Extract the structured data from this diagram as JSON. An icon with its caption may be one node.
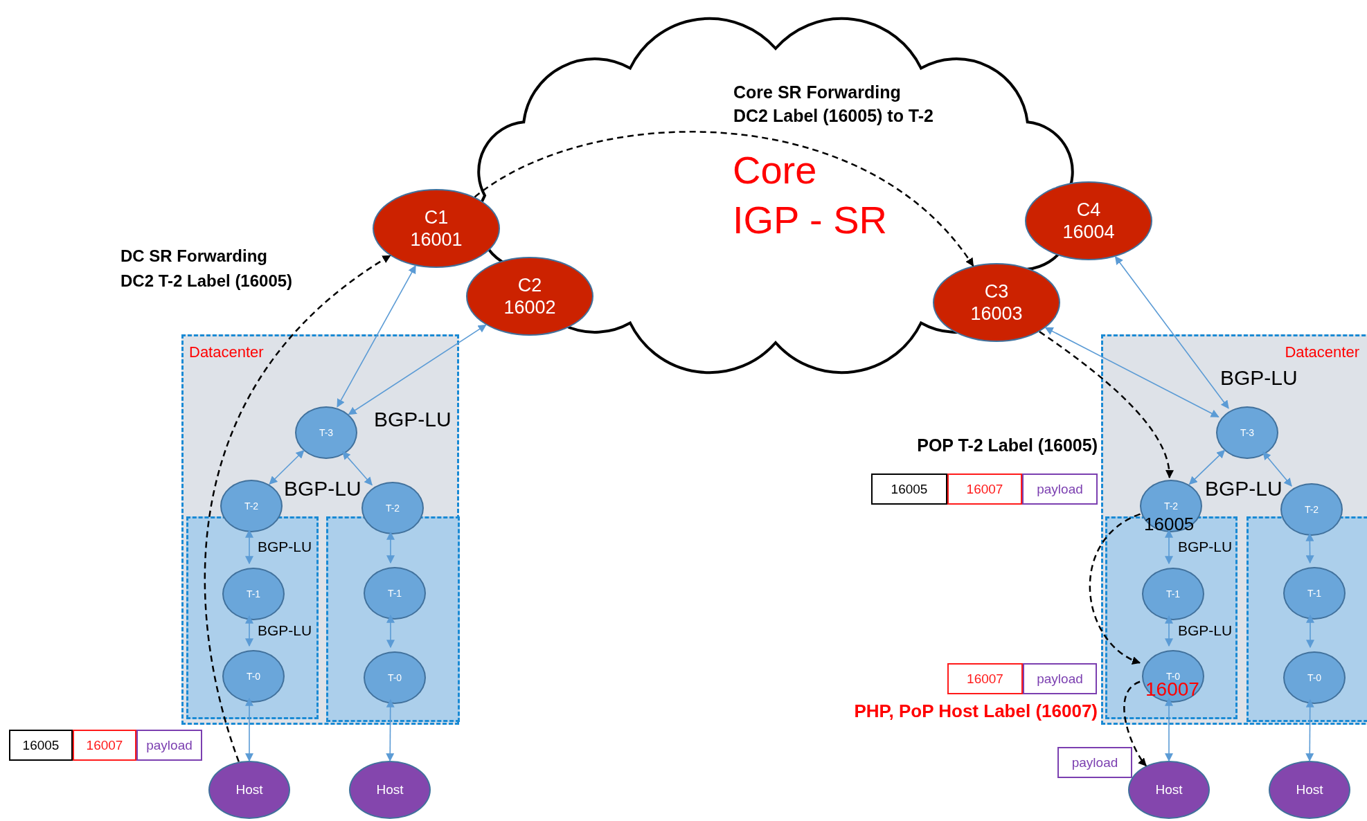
{
  "diagram": {
    "nodes": [
      {
        "text": [
          "Core",
          "IGP - SR"
        ]
      },
      {
        "text": [
          "C1",
          "16001"
        ]
      },
      {
        "text": [
          "C2",
          "16002"
        ],
        "in": 0
      },
      {
        "text": [
          "C3",
          "16003"
        ],
        "in": 0
      },
      {
        "text": [
          "C4",
          "16004"
        ]
      },
      {
        "text": [
          "Datacenter"
        ]
      },
      {
        "text": [],
        "shape": "box",
        "in": 5
      },
      {
        "text": [],
        "shape": "box",
        "in": 5
      },
      {
        "text": [
          "T-3"
        ],
        "in": 5
      },
      {
        "text": [
          "T-2"
        ],
        "in": 5
      },
      {
        "text": [
          "T-2"
        ],
        "in": 5
      },
      {
        "text": [
          "T-1"
        ],
        "in": 6
      },
      {
        "text": [
          "T-0"
        ],
        "in": 6
      },
      {
        "text": [
          "T-1"
        ],
        "in": 7
      },
      {
        "text": [
          "T-0"
        ],
        "in": 7
      },
      {
        "text": [
          "Host"
        ]
      },
      {
        "text": [
          "Host"
        ]
      },
      {
        "text": [
          "Datacenter"
        ]
      },
      {
        "text": [],
        "shape": "box",
        "in": 17
      },
      {
        "text": [],
        "shape": "box",
        "in": 17
      },
      {
        "text": [
          "T-3"
        ],
        "in": 17
      },
      {
        "text": [
          "T-2"
        ],
        "in": 17
      },
      {
        "text": [
          "T-2"
        ],
        "in": 17
      },
      {
        "text": [
          "T-1"
        ],
        "in": 18
      },
      {
        "text": [
          "T-0"
        ],
        "in": 18
      },
      {
        "text": [
          "T-1"
        ],
        "in": 19
      },
      {
        "text": [
          "T-0"
        ],
        "in": 19
      },
      {
        "text": [
          "Host"
        ]
      },
      {
        "text": [
          "Host"
        ]
      },
      {
        "text": [
          "16005"
        ]
      },
      {
        "text": [
          "16007"
        ]
      },
      {
        "text": [
          "payload"
        ]
      },
      {
        "text": [
          "16005"
        ]
      },
      {
        "text": [
          "16007"
        ]
      },
      {
        "text": [
          "payload"
        ]
      },
      {
        "text": [
          "16007"
        ]
      },
      {
        "text": [
          "payload"
        ]
      },
      {
        "text": [
          "payload"
        ]
      }
    ],
    "edges": [
      {
        "from": 8,
        "to": 1,
        "arrow": "both"
      },
      {
        "from": 8,
        "to": 2,
        "arrow": "both"
      },
      {
        "from": 8,
        "to": 9,
        "arrow": "both"
      },
      {
        "from": 8,
        "to": 10,
        "arrow": "both"
      },
      {
        "from": 9,
        "to": 11,
        "arrow": "both"
      },
      {
        "from": 11,
        "to": 12,
        "arrow": "both"
      },
      {
        "from": 12,
        "to": 15,
        "arrow": "both"
      },
      {
        "from": 10,
        "to": 13,
        "arrow": "both"
      },
      {
        "from": 13,
        "to": 14,
        "arrow": "both"
      },
      {
        "from": 14,
        "to": 16,
        "arrow": "both"
      },
      {
        "from": 20,
        "to": 3,
        "arrow": "both"
      },
      {
        "from": 20,
        "to": 4,
        "arrow": "both"
      },
      {
        "from": 20,
        "to": 21,
        "arrow": "both"
      },
      {
        "from": 20,
        "to": 22,
        "arrow": "both"
      },
      {
        "from": 21,
        "to": 23,
        "arrow": "both"
      },
      {
        "from": 23,
        "to": 24,
        "arrow": "both"
      },
      {
        "from": 24,
        "to": 27,
        "arrow": "both"
      },
      {
        "from": 22,
        "to": 25,
        "arrow": "both"
      },
      {
        "from": 25,
        "to": 26,
        "arrow": "both"
      },
      {
        "from": 26,
        "to": 28,
        "arrow": "both"
      },
      {
        "from": 15,
        "to": 1,
        "arrow": "to",
        "style": "dashed",
        "color": "#000000"
      },
      {
        "from": 1,
        "to": 3,
        "arrow": "to",
        "style": "dashed",
        "color": "#000000"
      },
      {
        "from": 3,
        "to": 21,
        "arrow": "to",
        "style": "dashed",
        "color": "#000000"
      },
      {
        "from": 21,
        "to": 24,
        "arrow": "to",
        "style": "dashed",
        "color": "#000000"
      },
      {
        "from": 24,
        "to": 27,
        "arrow": "to",
        "style": "dashed",
        "color": "#000000"
      }
    ],
    "labels": [
      "Core SR Forwarding",
      "DC2 Label (16005) to T-2",
      "DC SR Forwarding",
      "DC2 T-2 Label (16005)",
      "BGP-LU",
      "BGP-LU",
      "POP T-2 Label (16005)",
      "BGP-LU",
      "BGP-LU",
      "16005",
      "BGP-LU",
      "BGP-LU",
      "BGP-LU",
      "BGP-LU",
      "16007",
      "PHP, PoP Host Label (16007)"
    ]
  }
}
